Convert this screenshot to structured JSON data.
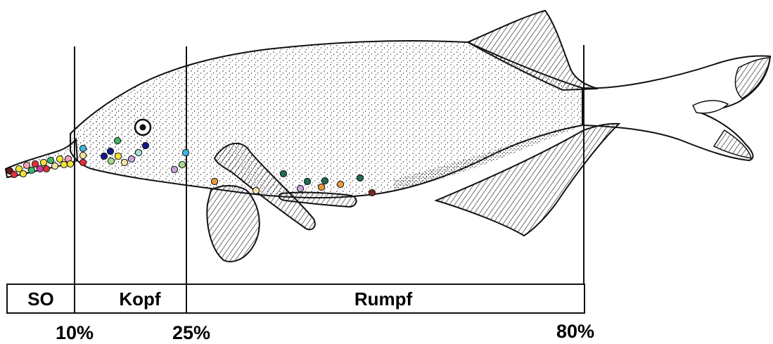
{
  "segments": [
    {
      "label": "SO"
    },
    {
      "label": "Kopf"
    },
    {
      "label": "Rumpf"
    }
  ],
  "percent_marks": [
    {
      "label": "10%"
    },
    {
      "label": "25%"
    },
    {
      "label": "80%"
    }
  ],
  "marker_colors": {
    "dark_red": "#6b1a1f",
    "red": "#e0303a",
    "pink": "#f4a3b0",
    "magenta": "#d33fa0",
    "yellow": "#f2e33a",
    "orange": "#e89b3a",
    "teal": "#1f6b58",
    "green": "#3fb56c",
    "light_green": "#a9d98a",
    "navy": "#17188a",
    "blue": "#2a6ed1",
    "cyan": "#3fb5dc",
    "lilac": "#c7a3d9",
    "pale_yellow": "#f4e2a0",
    "light_teal": "#a9ddd6",
    "brown": "#7a2a22"
  }
}
